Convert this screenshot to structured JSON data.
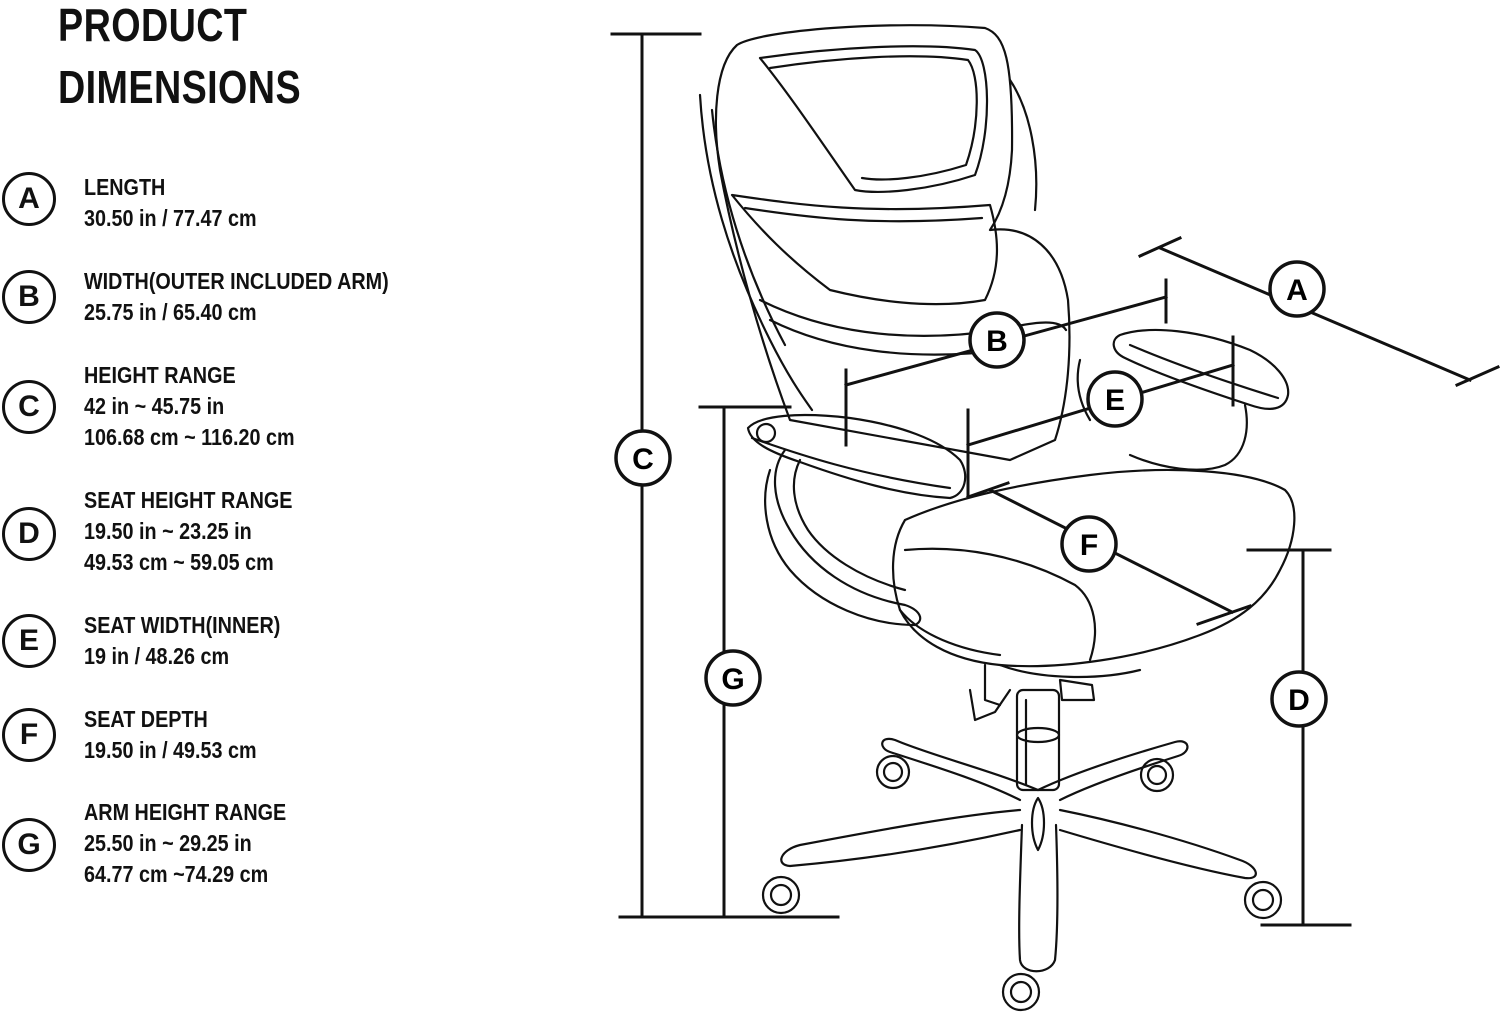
{
  "title": {
    "line1": "PRODUCT",
    "line2": "DIMENSIONS"
  },
  "specs": [
    {
      "letter": "A",
      "label": "LENGTH",
      "values": [
        "30.50 in / 77.47 cm"
      ]
    },
    {
      "letter": "B",
      "label": "WIDTH(OUTER INCLUDED ARM)",
      "values": [
        "25.75 in / 65.40 cm"
      ]
    },
    {
      "letter": "C",
      "label": "HEIGHT RANGE",
      "values": [
        "42 in ~ 45.75 in",
        "106.68 cm ~ 116.20 cm"
      ]
    },
    {
      "letter": "D",
      "label": "SEAT HEIGHT RANGE",
      "values": [
        "19.50 in ~ 23.25 in",
        "49.53 cm ~ 59.05 cm"
      ]
    },
    {
      "letter": "E",
      "label": "SEAT WIDTH(INNER)",
      "values": [
        "19 in / 48.26 cm"
      ]
    },
    {
      "letter": "F",
      "label": "SEAT DEPTH",
      "values": [
        "19.50 in / 49.53 cm"
      ]
    },
    {
      "letter": "G",
      "label": "ARM HEIGHT RANGE",
      "values": [
        "25.50 in ~ 29.25 in",
        "64.77 cm ~74.29 cm"
      ]
    }
  ],
  "diagram_markers": [
    "A",
    "B",
    "C",
    "D",
    "E",
    "F",
    "G"
  ]
}
